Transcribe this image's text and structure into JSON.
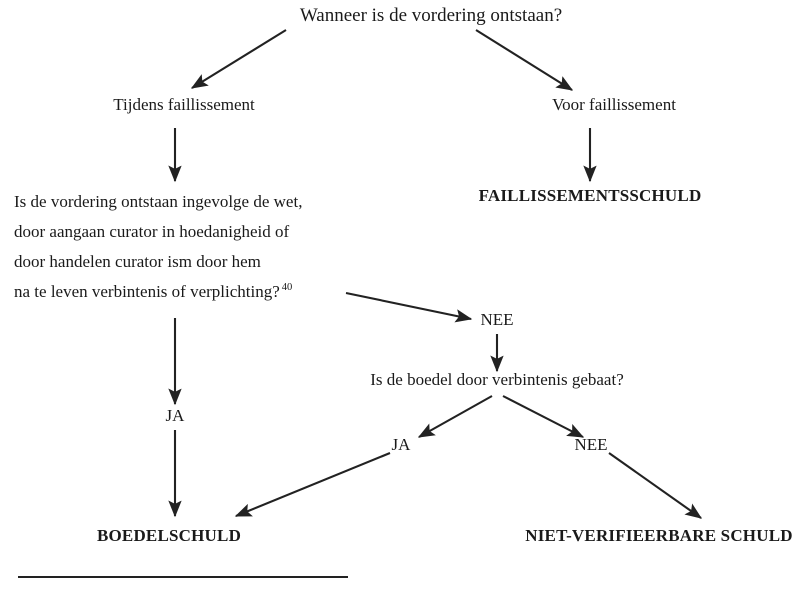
{
  "diagram": {
    "type": "flowchart",
    "language": "nl",
    "title_node": "Wanneer is de vordering ontstaan?",
    "nodes": {
      "root": "Wanneer is de vordering ontstaan?",
      "branch_left": "Tijdens faillissement",
      "branch_right": "Voor faillissement",
      "outcome_right_top": "FAILLISSEMENTSSCHULD",
      "question_1": {
        "line1": "Is de vordering ontstaan ingevolge de wet,",
        "line2": "door aangaan curator in hoedanigheid of",
        "line3": "door handelen curator ism door hem",
        "line4": "na te leven verbintenis of verplichting?",
        "footnote_marker": "40"
      },
      "answer_nee_1": "NEE",
      "answer_ja_1": "JA",
      "question_2": "Is de boedel door verbintenis gebaat?",
      "answer_ja_2": "JA",
      "answer_nee_2": "NEE",
      "outcome_boedelschuld": "BOEDELSCHULD",
      "outcome_niet_verifieerbare": "NIET-VERIFIEERBARE SCHULD"
    },
    "colors": {
      "ink": "#1a1a1a",
      "edge": "#222222",
      "background": "#ffffff"
    }
  }
}
